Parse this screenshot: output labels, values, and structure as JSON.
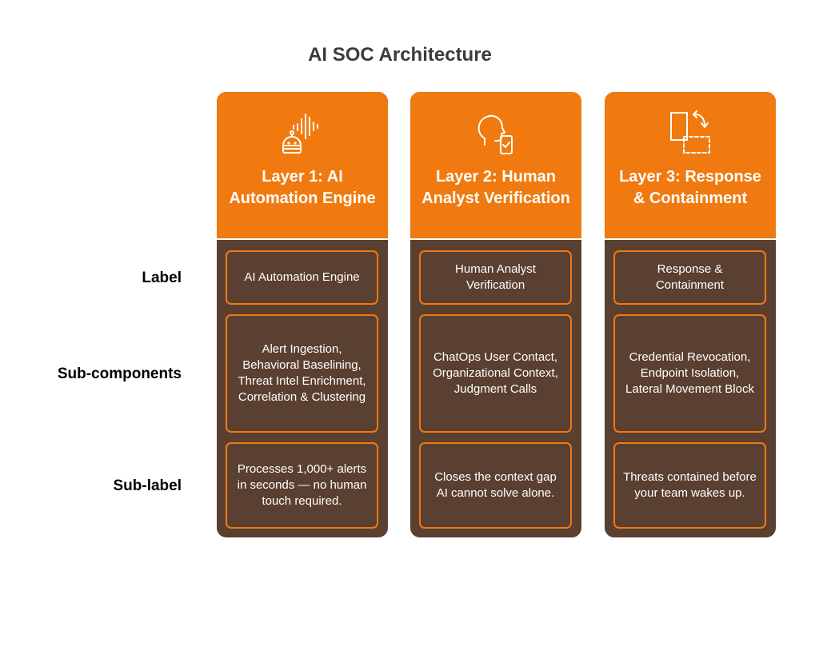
{
  "title": "AI SOC Architecture",
  "row_labels": {
    "label": "Label",
    "sub_components": "Sub-components",
    "sub_label": "Sub-label"
  },
  "colors": {
    "header_orange": "#f07a0f",
    "body_brown": "#5a4030",
    "text_white": "#ffffff"
  },
  "layers": [
    {
      "icon": "robot-sound-wave-icon",
      "title": "Layer 1: AI Automation Engine",
      "label": "AI Automation Engine",
      "sub_components": "Alert Ingestion, Behavioral Baselining, Threat Intel Enrichment, Correlation & Clustering",
      "sub_label": "Processes 1,000+ alerts in seconds — no human touch required."
    },
    {
      "icon": "human-head-phone-icon",
      "title": "Layer 2: Human Analyst Verification",
      "label": "Human Analyst Verification",
      "sub_components": "ChatOps User Contact, Organizational Context, Judgment Calls",
      "sub_label": "Closes the context gap AI cannot solve alone."
    },
    {
      "icon": "move-containment-icon",
      "title": "Layer 3: Response & Containment",
      "label": "Response & Containment",
      "sub_components": "Credential Revocation, Endpoint Isolation, Lateral Movement Block",
      "sub_label": "Threats contained before your team wakes up."
    }
  ]
}
